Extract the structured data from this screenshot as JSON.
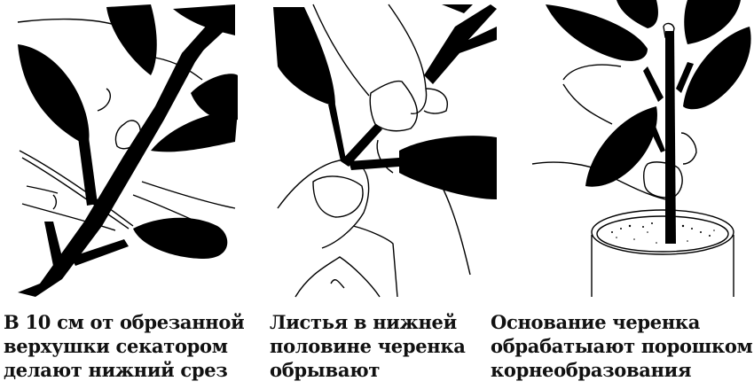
{
  "diagram": {
    "type": "instructional-step-illustrations",
    "colors": {
      "ink": "#000000",
      "background": "#ffffff",
      "text": "#111111"
    },
    "steps": [
      {
        "index": 1,
        "illustration": "hand-cutting-stem-with-pruning-shears",
        "caption_lines": [
          "В 10 см от обрезанной",
          "верхушки секатором",
          "делают нижний срез"
        ]
      },
      {
        "index": 2,
        "illustration": "fingers-plucking-lower-leaves",
        "caption_lines": [
          "Листья в нижней",
          "половине черенка",
          "обрывают"
        ]
      },
      {
        "index": 3,
        "illustration": "cutting-dipped-in-rooting-powder-container",
        "caption_lines": [
          "Основание черенка",
          "обрабатыают порошком",
          "корнеобразования"
        ]
      }
    ]
  }
}
